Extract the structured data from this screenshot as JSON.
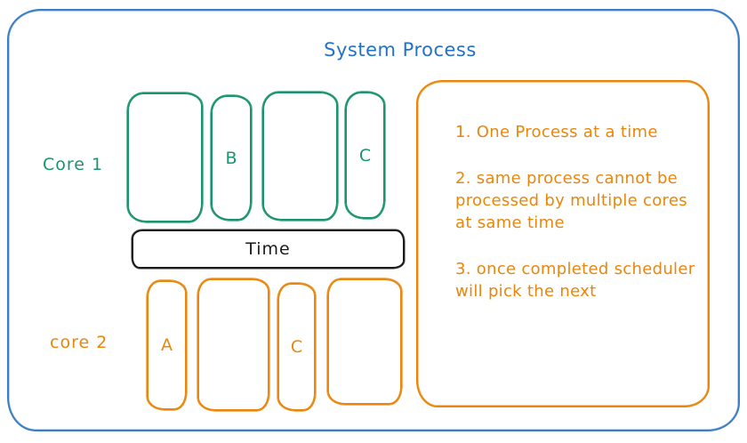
{
  "title": "System Process",
  "colors": {
    "frame_blue": "#3b7ec5",
    "title_blue": "#2273c8",
    "core1_green": "#1a936f",
    "core2_orange": "#e8860d",
    "time_black": "#1b1b1b"
  },
  "core1": {
    "label": "Core 1",
    "processes": [
      {
        "label": ""
      },
      {
        "label": "B"
      },
      {
        "label": ""
      },
      {
        "label": "C"
      }
    ]
  },
  "time_bar": {
    "label": "Time"
  },
  "core2": {
    "label": "core 2",
    "processes": [
      {
        "label": "A"
      },
      {
        "label": ""
      },
      {
        "label": "C"
      },
      {
        "label": ""
      }
    ]
  },
  "notes": {
    "items": [
      "1. One Process at a time",
      "2. same process cannot be\nprocessed by multiple cores\nat same time",
      "3. once completed scheduler\nwill pick the next"
    ]
  }
}
